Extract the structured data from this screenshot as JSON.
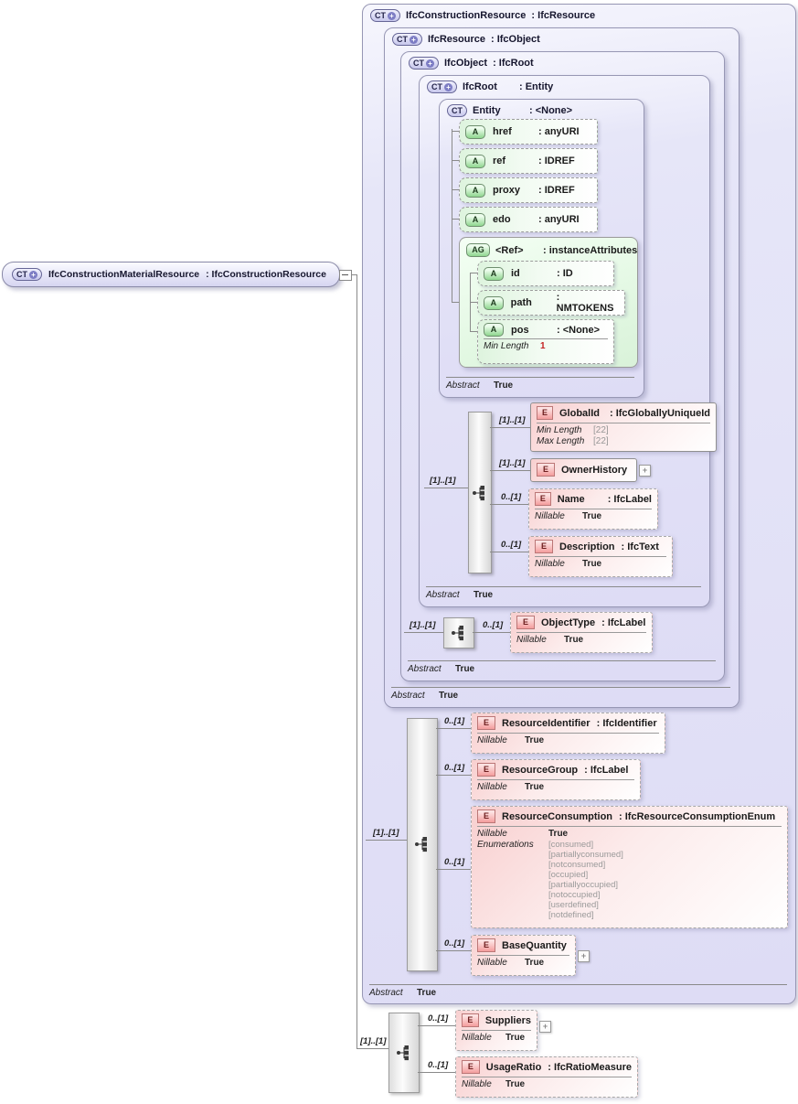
{
  "colors": {
    "container_fill": "#e2e1f6",
    "container_border": "#9797b4",
    "element_fill": "#f8cfcf",
    "attribute_fill": "#def4de",
    "group_fill": "#e8fae8",
    "muted_value": "#9a9a9a",
    "min_length_alert": "#c42222"
  },
  "root_element": {
    "badge": "CT",
    "name": "IfcConstructionMaterialResource",
    "type": ": IfcConstructionResource"
  },
  "containers": {
    "c1": {
      "badge": "CT",
      "name": "IfcConstructionResource",
      "type": ": IfcResource",
      "abstract_label": "Abstract",
      "abstract_value": "True"
    },
    "c2": {
      "badge": "CT",
      "name": "IfcResource",
      "type": ": IfcObject",
      "abstract_label": "Abstract",
      "abstract_value": "True"
    },
    "c3": {
      "badge": "CT",
      "name": "IfcObject",
      "type": ": IfcRoot",
      "abstract_label": "Abstract",
      "abstract_value": "True"
    },
    "c4": {
      "badge": "CT",
      "name": "IfcRoot",
      "type": ": Entity",
      "abstract_label": "Abstract",
      "abstract_value": "True"
    },
    "entity": {
      "badge": "CT",
      "name": "Entity",
      "type": ": <None>",
      "abstract_label": "Abstract",
      "abstract_value": "True"
    }
  },
  "entity_attributes": [
    {
      "badge": "A",
      "name": "href",
      "type": ": anyURI"
    },
    {
      "badge": "A",
      "name": "ref",
      "type": ": IDREF"
    },
    {
      "badge": "A",
      "name": "proxy",
      "type": ": IDREF"
    },
    {
      "badge": "A",
      "name": "edo",
      "type": ": anyURI"
    }
  ],
  "ref_group": {
    "badge": "AG",
    "name": "<Ref>",
    "type": ": instanceAttributes",
    "attributes": [
      {
        "badge": "A",
        "name": "id",
        "type": ": ID"
      },
      {
        "badge": "A",
        "name": "path",
        "type": ": NMTOKENS"
      },
      {
        "badge": "A",
        "name": "pos",
        "type": ": <None>",
        "facet_label": "Min Length",
        "facet_value": "1"
      }
    ]
  },
  "sequences": {
    "root_seq_cardinality": "[1]..[1]",
    "object_seq_cardinality": "[1]..[1]",
    "resource_seq_cardinality": "[1]..[1]",
    "material_seq_cardinality": "[1]..[1]"
  },
  "elements": {
    "global_id": {
      "badge": "E",
      "cardinality": "[1]..[1]",
      "name": "GlobalId",
      "type": ": IfcGloballyUniqueId",
      "facets": [
        {
          "label": "Min Length",
          "value": "[22]"
        },
        {
          "label": "Max Length",
          "value": "[22]"
        }
      ]
    },
    "owner_history": {
      "badge": "E",
      "cardinality": "[1]..[1]",
      "name": "OwnerHistory"
    },
    "name": {
      "badge": "E",
      "cardinality": "0..[1]",
      "name": "Name",
      "type": ": IfcLabel",
      "nillable_label": "Nillable",
      "nillable_value": "True"
    },
    "description": {
      "badge": "E",
      "cardinality": "0..[1]",
      "name": "Description",
      "type": ": IfcText",
      "nillable_label": "Nillable",
      "nillable_value": "True"
    },
    "object_type": {
      "badge": "E",
      "cardinality": "0..[1]",
      "name": "ObjectType",
      "type": ": IfcLabel",
      "nillable_label": "Nillable",
      "nillable_value": "True"
    },
    "resource_identifier": {
      "badge": "E",
      "cardinality": "0..[1]",
      "name": "ResourceIdentifier",
      "type": ": IfcIdentifier",
      "nillable_label": "Nillable",
      "nillable_value": "True"
    },
    "resource_group": {
      "badge": "E",
      "cardinality": "0..[1]",
      "name": "ResourceGroup",
      "type": ": IfcLabel",
      "nillable_label": "Nillable",
      "nillable_value": "True"
    },
    "resource_consumption": {
      "badge": "E",
      "cardinality": "0..[1]",
      "name": "ResourceConsumption",
      "type": ": IfcResourceConsumptionEnum",
      "nillable_label": "Nillable",
      "nillable_value": "True",
      "enumerations_label": "Enumerations",
      "enumerations": [
        "[consumed]",
        "[partiallyconsumed]",
        "[notconsumed]",
        "[occupied]",
        "[partiallyoccupied]",
        "[notoccupied]",
        "[userdefined]",
        "[notdefined]"
      ]
    },
    "base_quantity": {
      "badge": "E",
      "cardinality": "0..[1]",
      "name": "BaseQuantity",
      "nillable_label": "Nillable",
      "nillable_value": "True"
    },
    "suppliers": {
      "badge": "E",
      "cardinality": "0..[1]",
      "name": "Suppliers",
      "nillable_label": "Nillable",
      "nillable_value": "True"
    },
    "usage_ratio": {
      "badge": "E",
      "cardinality": "0..[1]",
      "name": "UsageRatio",
      "type": ": IfcRatioMeasure",
      "nillable_label": "Nillable",
      "nillable_value": "True"
    }
  }
}
